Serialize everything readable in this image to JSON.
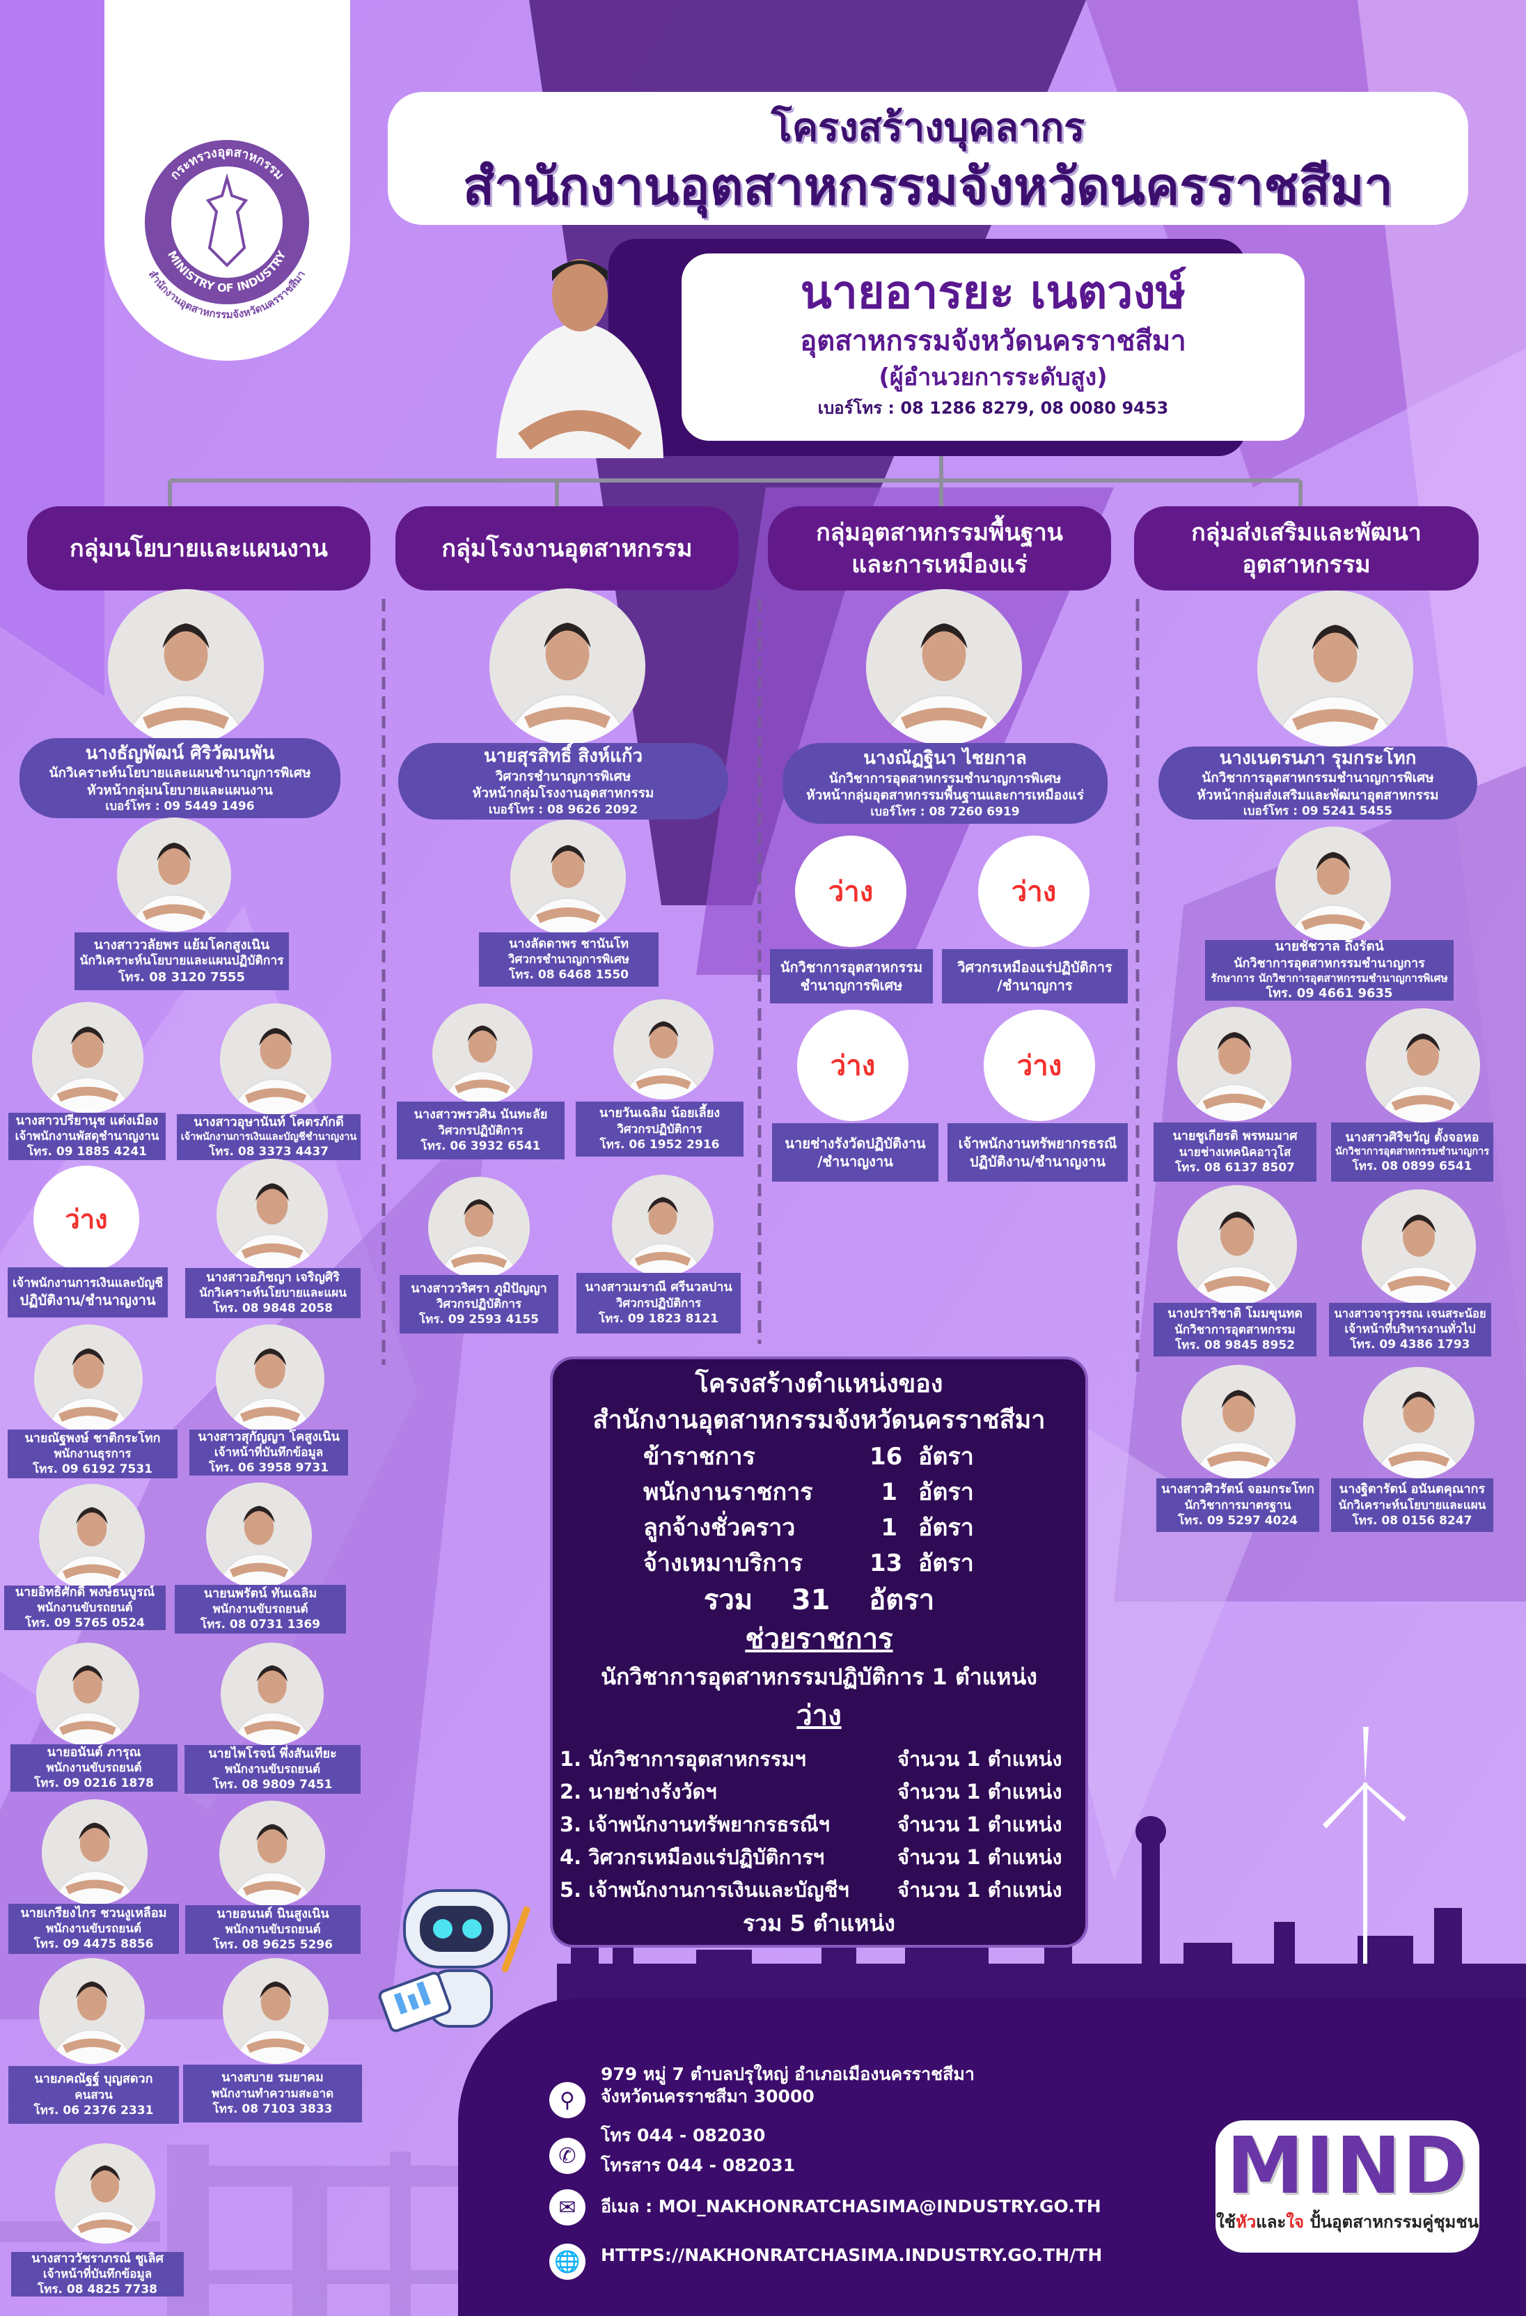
{
  "header": {
    "title_line1": "โครงสร้างบุคลากร",
    "title_line2": "สำนักงานอุตสาหกรรมจังหวัดนครราชสีมา",
    "logo": {
      "ring_top": "กระทรวงอุตสาหกรรม",
      "ring_bottom": "MINISTRY OF INDUSTRY",
      "outer": "สำนักงานอุตสาหกรรมจังหวัดนครราชสีมา"
    }
  },
  "director": {
    "name": "นายอารยะ  เนตวงษ์",
    "position": "อุตสาหกรรมจังหวัดนครราชสีมา",
    "level": "(ผู้อำนวยการระดับสูง)",
    "phone": "เบอร์โทร : 08 1286 8279, 08 0080 9453"
  },
  "groups": [
    {
      "title": "กลุ่มนโยบายและแผนงาน",
      "members": [
        {
          "name": "นางธัญพัฒน์ ศิริวัฒนพัน",
          "lines": [
            "นักวิเคราะห์นโยบายและแผนชำนาญการพิเศษ",
            "หัวหน้ากลุ่มนโยบายและแผนงาน"
          ],
          "phone": "เบอร์โทร : 09 5449 1496"
        },
        {
          "name": "นางสาววลัยพร แย้มโคกสูงเนิน",
          "lines": [
            "นักวิเคราะห์นโยบายและแผนปฏิบัติการ"
          ],
          "phone": "โทร. 08 3120 7555"
        },
        {
          "name": "นางสาวปรียานุช  แต่งเมือง",
          "lines": [
            "เจ้าพนักงานพัสดุชำนาญงาน"
          ],
          "phone": "โทร. 09 1885 4241"
        },
        {
          "name": "นางสาวอุษานันท์  โคตรภักดี",
          "lines": [
            "เจ้าพนักงานการเงินและบัญชีชำนาญงาน"
          ],
          "phone": "โทร. 08 3373 4437"
        },
        {
          "status": "ว่าง",
          "lines": [
            "เจ้าพนักงานการเงินและบัญชี",
            "ปฏิบัติงาน/ชำนาญงาน"
          ]
        },
        {
          "name": "นางสาวอภิชญา  เจริญศิริ",
          "lines": [
            "นักวิเคราะห์นโยบายและแผน"
          ],
          "phone": "โทร. 08 9848 2058"
        },
        {
          "name": "นายณัฐพงษ์ ชาติกระโทก",
          "lines": [
            "พนักงานธุรการ"
          ],
          "phone": "โทร. 09 6192 7531"
        },
        {
          "name": "นางสาวสุกัญญา โคสูงเนิน",
          "lines": [
            "เจ้าหน้าที่บันทึกข้อมูล"
          ],
          "phone": "โทร. 06 3958 9731"
        },
        {
          "name": "นายอิทธิศักดิ์  พงษ์ธนบูรณ์",
          "lines": [
            "พนักงานขับรถยนต์"
          ],
          "phone": "โทร. 09 5765 0524"
        },
        {
          "name": "นายนพรัตน์  ทันเฉลิม",
          "lines": [
            "พนักงานขับรถยนต์"
          ],
          "phone": "โทร. 08 0731 1369"
        },
        {
          "name": "นายอนันต์  ภารุณ",
          "lines": [
            "พนักงานขับรถยนต์"
          ],
          "phone": "โทร. 09 0216 1878"
        },
        {
          "name": "นายไพโรจน์  พึ่งสันเทียะ",
          "lines": [
            "พนักงานขับรถยนต์"
          ],
          "phone": "โทร. 08 9809 7451"
        },
        {
          "name": "นายเกรียงไกร ชวนงูเหลือม",
          "lines": [
            "พนักงานขับรถยนต์"
          ],
          "phone": "โทร. 09 4475 8856"
        },
        {
          "name": "นายอนนต์ นินสูงเนิน",
          "lines": [
            "พนักงานขับรถยนต์"
          ],
          "phone": "โทร. 08 9625 5296"
        },
        {
          "name": "นายภคณัฐฐ์  บุญสดวก",
          "lines": [
            "คนสวน"
          ],
          "phone": "โทร. 06 2376 2331"
        },
        {
          "name": "นางสบาย  รมยาคม",
          "lines": [
            "พนักงานทำความสะอาด"
          ],
          "phone": "โทร. 08 7103 3833"
        },
        {
          "name": "นางสาววัชราภรณ์  ชูเลิศ",
          "lines": [
            "เจ้าหน้าที่บันทึกข้อมูล"
          ],
          "phone": "โทร. 08 4825 7738"
        }
      ]
    },
    {
      "title": "กลุ่มโรงงานอุตสาหกรรม",
      "members": [
        {
          "name": "นายสุรสิทธิ์  สิงห์แก้ว",
          "lines": [
            "วิศวกรชำนาญการพิเศษ",
            "หัวหน้ากลุ่มโรงงานอุตสาหกรรม"
          ],
          "phone": "เบอร์โทร : 08 9626 2092"
        },
        {
          "name": "นางลัดดาพร  ชานันโท",
          "lines": [
            "วิศวกรชำนาญการพิเศษ"
          ],
          "phone": "โทร. 08 6468 1550"
        },
        {
          "name": "นางสาวพรวศิน  นันทะลัย",
          "lines": [
            "วิศวกรปฏิบัติการ"
          ],
          "phone": "โทร. 06 3932 6541"
        },
        {
          "name": "นายวันเฉลิม  น้อยเลี้ยง",
          "lines": [
            "วิศวกรปฏิบัติการ"
          ],
          "phone": "โทร. 06 1952 2916"
        },
        {
          "name": "นางสาววริศรา  ภูมิปัญญา",
          "lines": [
            "วิศวกรปฏิบัติการ"
          ],
          "phone": "โทร. 09 2593 4155"
        },
        {
          "name": "นางสาวเมราณี  ศรีนวลปาน",
          "lines": [
            "วิศวกรปฏิบัติการ"
          ],
          "phone": "โทร. 09 1823 8121"
        }
      ]
    },
    {
      "title": "กลุ่มอุตสาหกรรมพื้นฐาน\nและการเหมืองแร่",
      "members": [
        {
          "name": "นางณัฏฐินา  ไชยกาล",
          "lines": [
            "นักวิชาการอุตสาหกรรมชำนาญการพิเศษ",
            "หัวหน้ากลุ่มอุตสาหกรรมพื้นฐานและการเหมืองแร่"
          ],
          "phone": "เบอร์โทร : 08 7260 6919"
        },
        {
          "status": "ว่าง",
          "lines": [
            "นักวิชาการอุตสาหกรรม",
            "ชำนาญการพิเศษ"
          ]
        },
        {
          "status": "ว่าง",
          "lines": [
            "วิศวกรเหมืองแร่ปฏิบัติการ",
            "/ชำนาญการ"
          ]
        },
        {
          "status": "ว่าง",
          "lines": [
            "นายช่างรังวัดปฏิบัติงาน",
            "/ชำนาญงาน"
          ]
        },
        {
          "status": "ว่าง",
          "lines": [
            "เจ้าพนักงานทรัพยากรธรณี",
            "ปฏิบัติงาน/ชำนาญงาน"
          ]
        }
      ]
    },
    {
      "title": "กลุ่มส่งเสริมและพัฒนา\nอุตสาหกรรม",
      "members": [
        {
          "name": "นางเนตรนภา  รุมกระโทก",
          "lines": [
            "นักวิชาการอุตสาหกรรมชำนาญการพิเศษ",
            "หัวหน้ากลุ่มส่งเสริมและพัฒนาอุตสาหกรรม"
          ],
          "phone": "เบอร์โทร : 09 5241 5455"
        },
        {
          "name": "นายชัชวาล ถึงรัตน์",
          "lines": [
            "นักวิชาการอุตสาหกรรมชำนาญการ",
            "รักษาการ นักวิชาการอุตสาหกรรมชำนาญการพิเศษ"
          ],
          "phone": "โทร. 09 4661 9635"
        },
        {
          "name": "นายชูเกียรติ  พรหมมาศ",
          "lines": [
            "นายช่างเทคนิคอาวุโส"
          ],
          "phone": "โทร. 08 6137 8507"
        },
        {
          "name": "นางสาวศิริขวัญ  ตั้งจอหอ",
          "lines": [
            "นักวิชาการอุตสาหกรรมชำนาญการ"
          ],
          "phone": "โทร. 08 0899 6541"
        },
        {
          "name": "นางปราริชาติ  โมมขุนทด",
          "lines": [
            "นักวิชาการอุตสาหกรรม"
          ],
          "phone": "โทร. 08 9845 8952"
        },
        {
          "name": "นางสาวจารุวรรณ  เจนสระน้อย",
          "lines": [
            "เจ้าหน้าที่บริหารงานทั่วไป"
          ],
          "phone": "โทร. 09 4386 1793"
        },
        {
          "name": "นางสาวศิวรัตน์  จอมกระโทก",
          "lines": [
            "นักวิชาการมาตรฐาน"
          ],
          "phone": "โทร. 09 5297 4024"
        },
        {
          "name": "นางฐิตารัตน์  อนันตคุณากร",
          "lines": [
            "นักวิเคราะห์นโยบายและแผน"
          ],
          "phone": "โทร. 08 0156 8247"
        }
      ]
    }
  ],
  "summary": {
    "title_line1": "โครงสร้างตำแหน่งของ",
    "title_line2": "สำนักงานอุตสาหกรรมจังหวัดนครราชสีมา",
    "rows": [
      {
        "label": "ข้าราชการ",
        "count": "16",
        "unit": "อัตรา"
      },
      {
        "label": "พนักงานราชการ",
        "count": "1",
        "unit": "อัตรา"
      },
      {
        "label": "ลูกจ้างชั่วคราว",
        "count": "1",
        "unit": "อัตรา"
      },
      {
        "label": "จ้างเหมาบริการ",
        "count": "13",
        "unit": "อัตรา"
      }
    ],
    "total": {
      "label": "รวม",
      "count": "31",
      "unit": "อัตรา"
    },
    "secondment_heading": "ช่วยราชการ",
    "secondment_text": "นักวิชาการอุตสาหกรรมปฏิบัติการ  1  ตำแหน่ง",
    "vacant_heading": "ว่าง",
    "vacant_items": [
      {
        "label": "1. นักวิชาการอุตสาหกรรมฯ",
        "count": "จำนวน 1 ตำแหน่ง"
      },
      {
        "label": "2. นายช่างรังวัดฯ",
        "count": "จำนวน 1 ตำแหน่ง"
      },
      {
        "label": "3. เจ้าพนักงานทรัพยากรธรณีฯ",
        "count": "จำนวน 1 ตำแหน่ง"
      },
      {
        "label": "4. วิศวกรเหมืองแร่ปฏิบัติการฯ",
        "count": "จำนวน 1 ตำแหน่ง"
      },
      {
        "label": "5. เจ้าพนักงานการเงินและบัญชีฯ",
        "count": "จำนวน 1 ตำแหน่ง"
      }
    ],
    "vacant_total": "รวม 5 ตำแหน่ง"
  },
  "footer": {
    "address_line1": "979 หมู่ 7 ตำบลปรุใหญ่ อำเภอเมืองนครราชสีมา",
    "address_line2": "จังหวัดนครราชสีมา 30000",
    "phone": "โทร  044 - 082030",
    "fax": "โทรสาร 044 - 082031",
    "email": "อีเมล : MOI_NAKHONRATCHASIMA@INDUSTRY.GO.TH",
    "website": "HTTPS://NAKHONRATCHASIMA.INDUSTRY.GO.TH/TH",
    "icons": [
      "location-pin-icon",
      "phone-icon",
      "envelope-icon",
      "globe-icon"
    ]
  },
  "mind_logo": {
    "word": "MIND",
    "tagline_parts": [
      "ใช้",
      "หัว",
      "และ",
      "ใจ",
      " ปั้นอุตสาหกรรมคู่ชุมชน"
    ]
  },
  "colors": {
    "header_pill": "#621a8b",
    "card": "#5e4bae",
    "summary_bg": "#2f0a55",
    "footer_bg": "#3b0c6b",
    "vacant_text": "#f2302d"
  }
}
